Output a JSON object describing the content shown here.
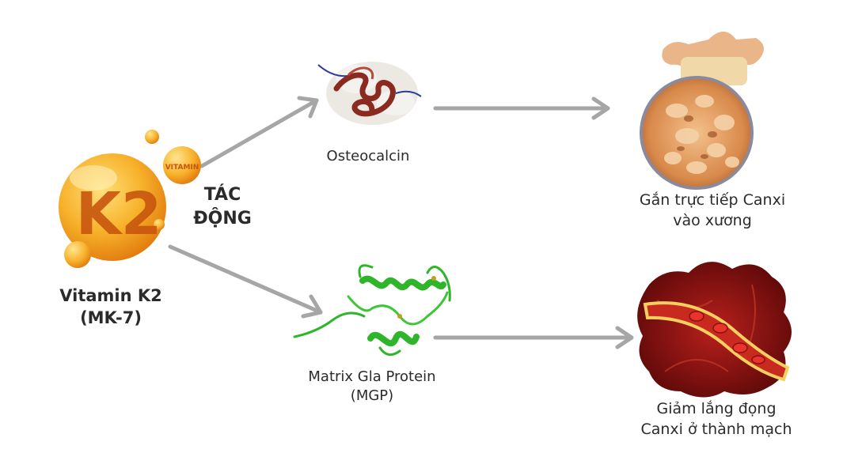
{
  "vitamin": {
    "badge_text": "K2",
    "small_label": "VITAMIN",
    "name_line1": "Vitamin K2",
    "name_line2": "(MK-7)"
  },
  "action": {
    "line1": "TÁC",
    "line2": "ĐỘNG"
  },
  "osteocalcin": {
    "label": "Osteocalcin"
  },
  "mgp": {
    "line1": "Matrix Gla Protein",
    "line2": "(MGP)"
  },
  "bone": {
    "line1": "Gắn trực tiếp Canxi",
    "line2": "vào xương"
  },
  "vessel": {
    "line1": "Giảm lắng đọng",
    "line2": "Canxi ở thành mạch"
  },
  "colors": {
    "arrow": "#a6a6a6",
    "orb": "#f5a21a",
    "orb_text": "#c8560e",
    "protein_osteo": "#8b2a1e",
    "protein_mgp": "#2fb52a",
    "bone": "#e0a070",
    "vessel": "#9c1414"
  }
}
